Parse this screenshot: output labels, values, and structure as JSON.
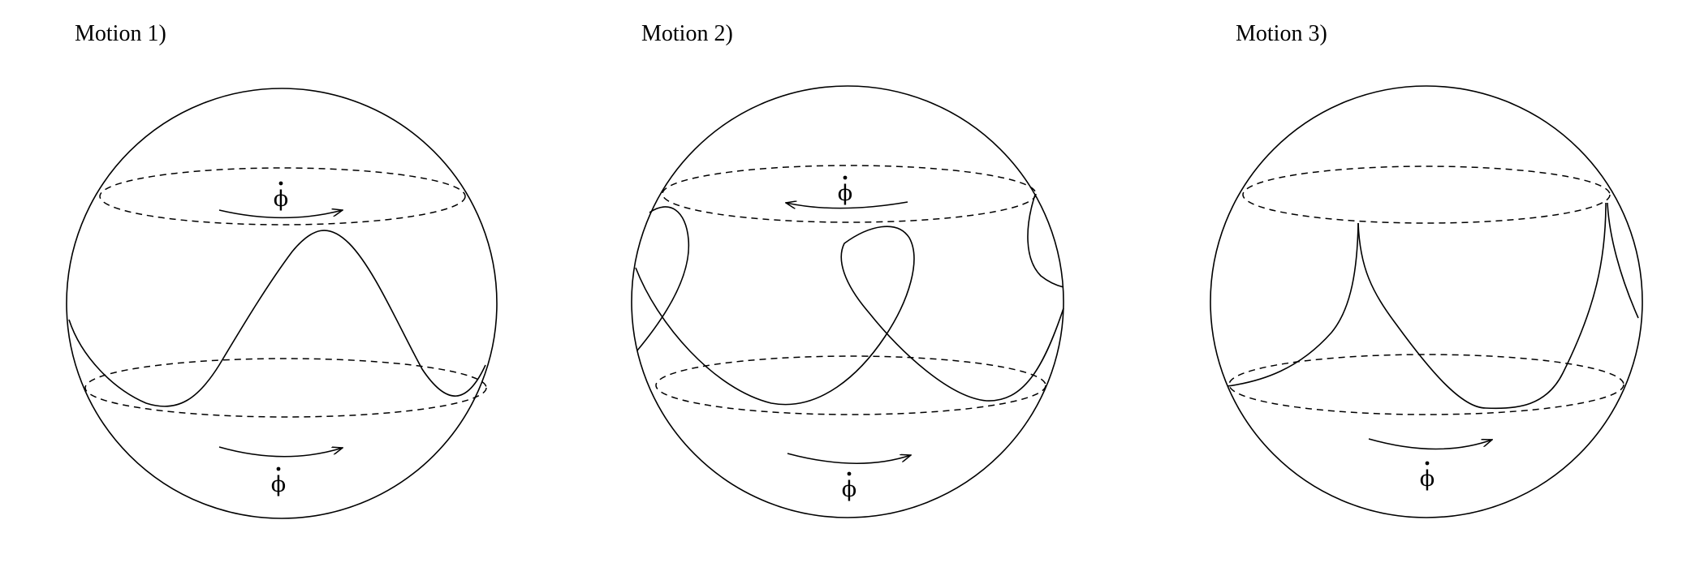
{
  "panels": [
    {
      "title": "Motion 1)",
      "top_symbol": "ϕ",
      "bottom_symbol": "ϕ",
      "top_rotation": "right",
      "bottom_rotation": "right"
    },
    {
      "title": "Motion 2)",
      "top_symbol": "ϕ",
      "bottom_symbol": "ϕ",
      "top_rotation": "left",
      "bottom_rotation": "right"
    },
    {
      "title": "Motion 3)",
      "bottom_symbol": "ϕ",
      "bottom_rotation": "right"
    }
  ]
}
